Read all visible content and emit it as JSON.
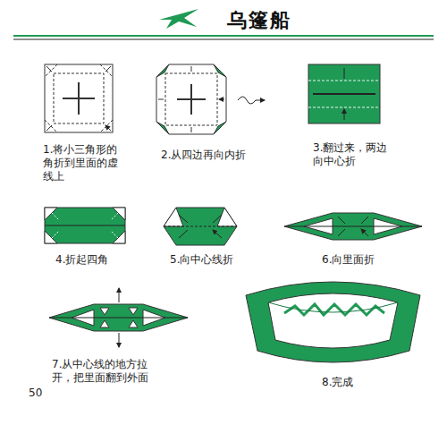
{
  "diagram": {
    "title": "乌篷船",
    "labels": [
      "1.将小三角形的角折到里面的虚线上",
      "2.从四边再向内折",
      "3.翻过来，两边向中心折",
      "4.折起四角",
      "5.向中心线折",
      "6.向里面折",
      "7.从中心线的地方拉开，把里面翻到外面",
      "8.完成",
      "50"
    ]
  }
}
